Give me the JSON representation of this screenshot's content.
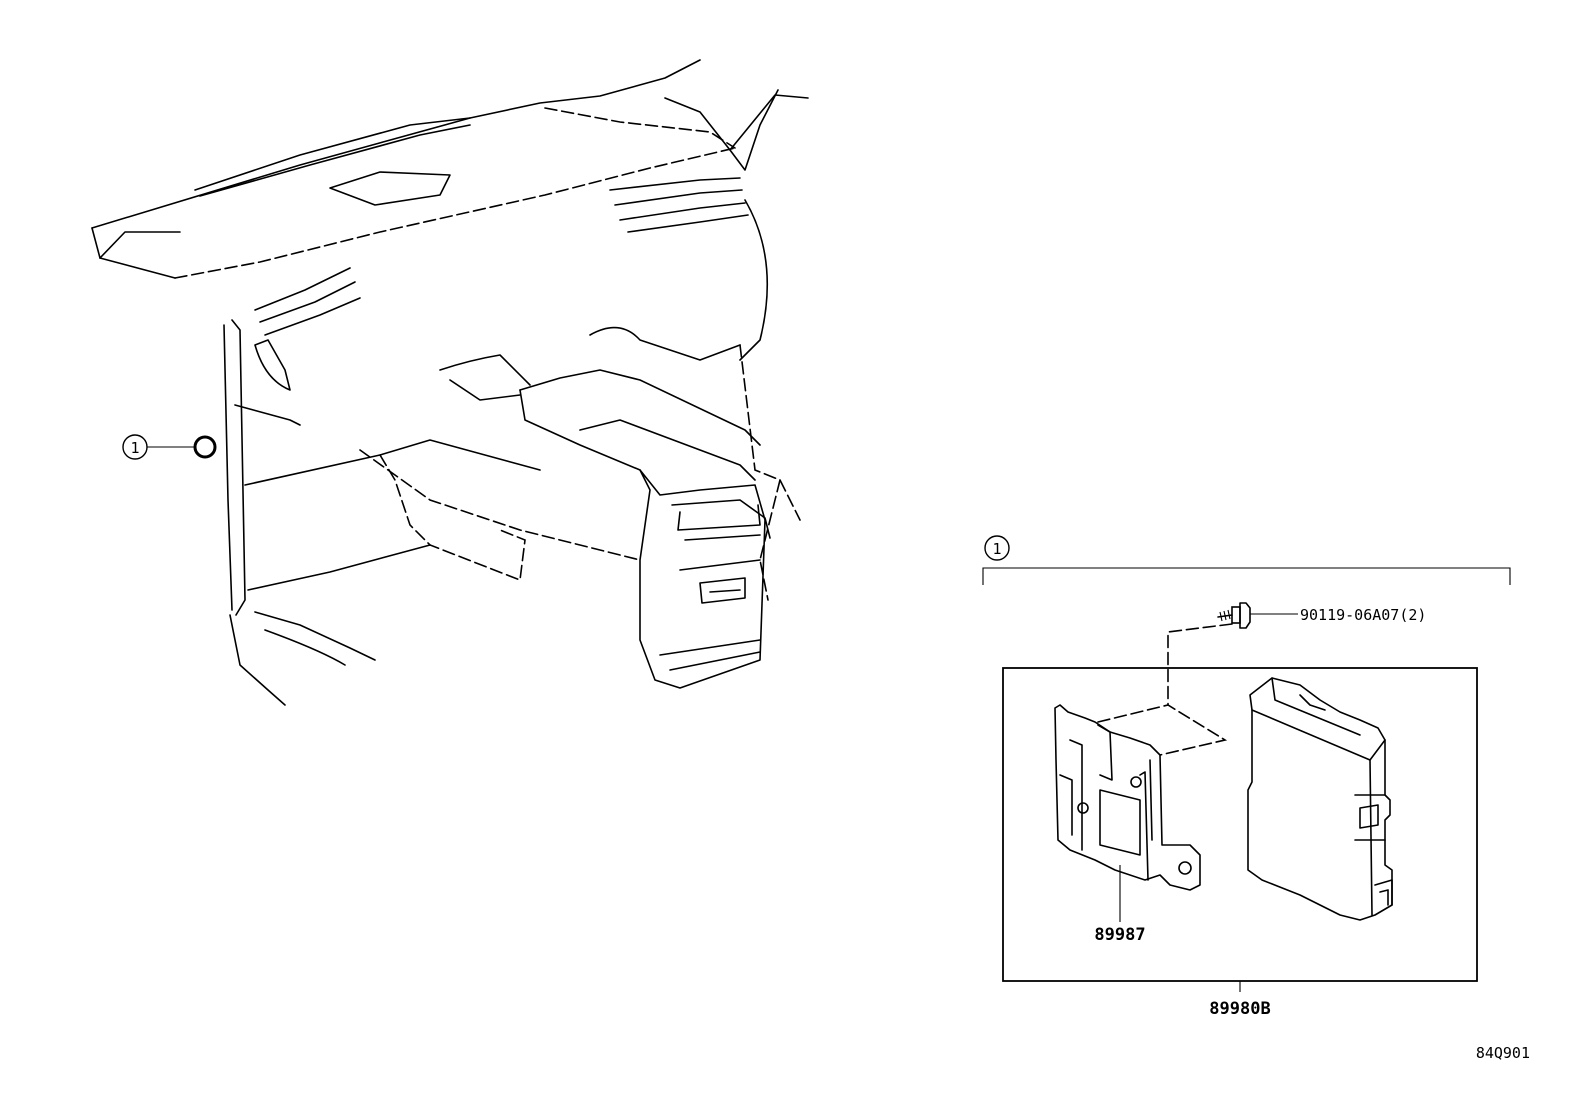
{
  "callouts": {
    "left_ref": "1",
    "group_ref": "1"
  },
  "parts": {
    "bolt": "90119-06A07(2)",
    "bracket": "89987",
    "assembly": "89980B"
  },
  "figure_code": "84Q901"
}
